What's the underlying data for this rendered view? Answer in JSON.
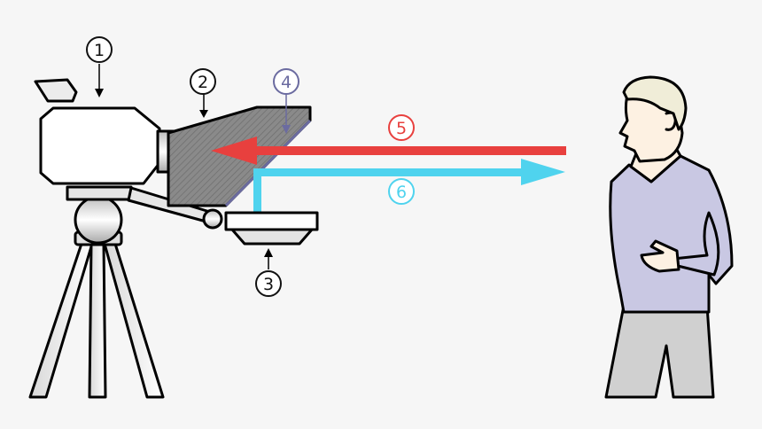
{
  "diagram": {
    "labels": [
      {
        "id": "camera",
        "text": "1",
        "color": "#111111"
      },
      {
        "id": "hood",
        "text": "2",
        "color": "#111111"
      },
      {
        "id": "monitor",
        "text": "3",
        "color": "#111111"
      },
      {
        "id": "beam-splitter",
        "text": "4",
        "color": "#6b6ba0"
      },
      {
        "id": "light-from-presenter",
        "text": "5",
        "color": "#e8403e"
      },
      {
        "id": "light-from-monitor",
        "text": "6",
        "color": "#4fd3ee"
      }
    ]
  },
  "colors": {
    "background": "#f6f6f6",
    "outline": "#000000",
    "camera_body": "#ffffff",
    "hood_fill": "#8a8a8a",
    "mirror": "#6b6ba0",
    "arrow_red": "#e8403e",
    "arrow_cyan": "#4fd3ee",
    "skin": "#fdf1e2",
    "hair": "#f0edd8",
    "sweater": "#c9c8e3",
    "trousers": "#d0d0d0"
  }
}
